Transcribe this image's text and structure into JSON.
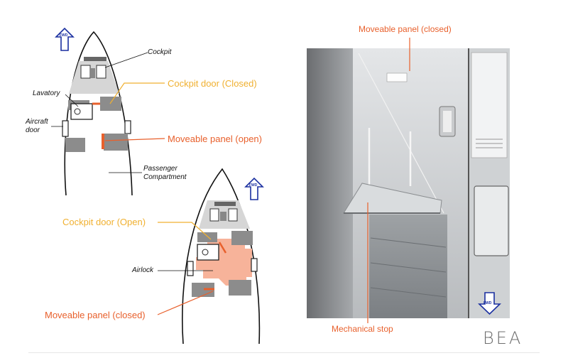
{
  "colors": {
    "orange": "#e8602c",
    "gold": "#f0b030",
    "fwd_blue": "#1a2fa0",
    "panel_fill": "#f7b39a",
    "gray": "#8c8c8c",
    "light_gray": "#d6d6d6"
  },
  "top_diagram": {
    "fwd_label": "FWD",
    "cockpit": "Cockpit",
    "lavatory": "Lavatory",
    "aircraft_door_line1": "Aircraft",
    "aircraft_door_line2": "door",
    "passenger_line1": "Passenger",
    "passenger_line2": "Compartment",
    "cockpit_door_closed": "Cockpit door (Closed)",
    "moveable_panel_open": "Moveable panel (open)"
  },
  "bottom_diagram": {
    "fwd_label": "FWD",
    "cockpit_door_open": "Cockpit door (Open)",
    "airlock": "Airlock",
    "moveable_panel_closed": "Moveable panel (closed)"
  },
  "photo": {
    "top_label": "Moveable panel (closed)",
    "bottom_label": "Mechanical stop",
    "fwd_label": "FWD"
  },
  "logo": "BEA"
}
